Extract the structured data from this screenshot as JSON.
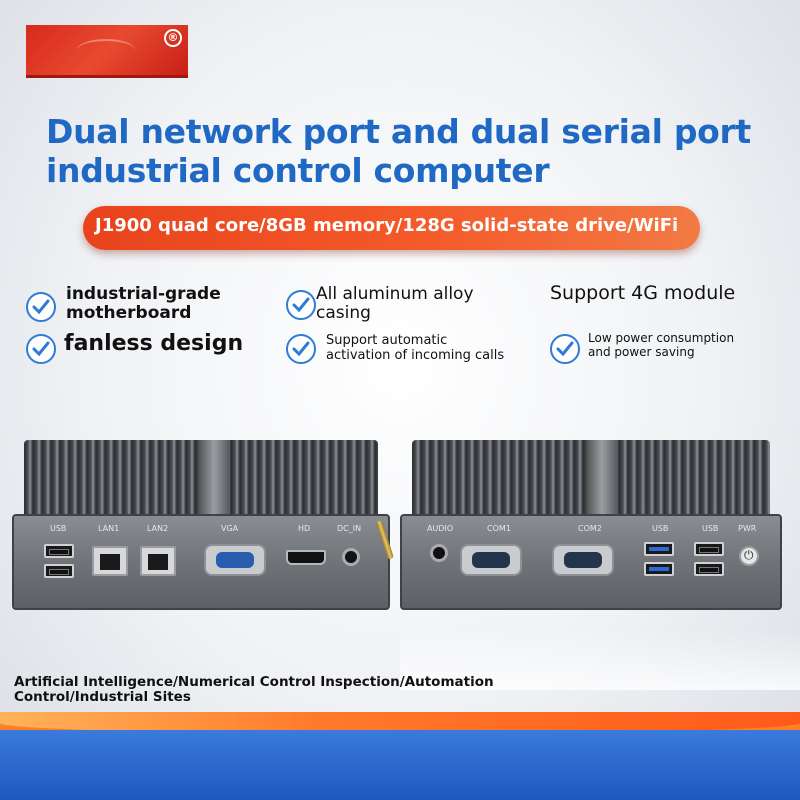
{
  "brand": {
    "color": "#d72a1e",
    "registered_mark": "®"
  },
  "title": {
    "line1": "Dual network port and dual serial port",
    "line2": "industrial control computer",
    "color": "#1f68c4"
  },
  "banner": {
    "text": "J1900 quad core/8GB memory/128G solid-state drive/WiFi",
    "color": "#e9431d"
  },
  "features": {
    "f1": {
      "line1": "industrial-grade",
      "line2": "motherboard"
    },
    "f2": {
      "text": "fanless design"
    },
    "f3": {
      "line1": "All aluminum alloy",
      "line2": "casing"
    },
    "f4": {
      "line1": "Support automatic",
      "line2": "activation of incoming calls"
    },
    "f5": {
      "text": "Support 4G module"
    },
    "f6": {
      "line1": "Low power consumption",
      "line2": "and power saving"
    },
    "icon": "check-circle-icon",
    "icon_color": "#2f7bd8"
  },
  "left_device": {
    "labels": {
      "usb": "USB",
      "lan1": "LAN1",
      "lan2": "LAN2",
      "vga": "VGA",
      "hd": "HD",
      "dc_in": "DC_IN"
    }
  },
  "right_device": {
    "labels": {
      "audio": "AUDIO",
      "com1": "COM1",
      "com2": "COM2",
      "usb1": "USB",
      "usb2": "USB",
      "pwr": "PWR"
    }
  },
  "applications": {
    "line1": "Artificial Intelligence/Numerical Control Inspection/Automation",
    "line2": "Control/Industrial Sites"
  }
}
